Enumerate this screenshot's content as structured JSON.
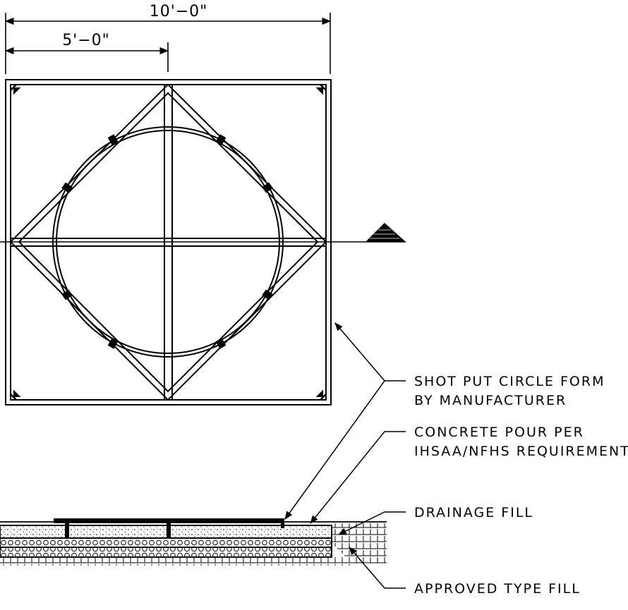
{
  "dimensions": {
    "overall": "10'−0\"",
    "half": "5'−0\""
  },
  "callouts": {
    "shot_put_circle": [
      "SHOT PUT CIRCLE FORM",
      "BY MANUFACTURER"
    ],
    "concrete_pour": [
      "CONCRETE POUR PER",
      "IHSAA/NFHS REQUIREMENTS"
    ],
    "drainage_fill": [
      "DRAINAGE FILL"
    ],
    "approved_fill": [
      "APPROVED TYPE FILL"
    ]
  },
  "colors": {
    "ink": "#000000",
    "paper": "#ffffff"
  },
  "icons": {
    "section_marker": "filled-triangle-section-marker"
  }
}
